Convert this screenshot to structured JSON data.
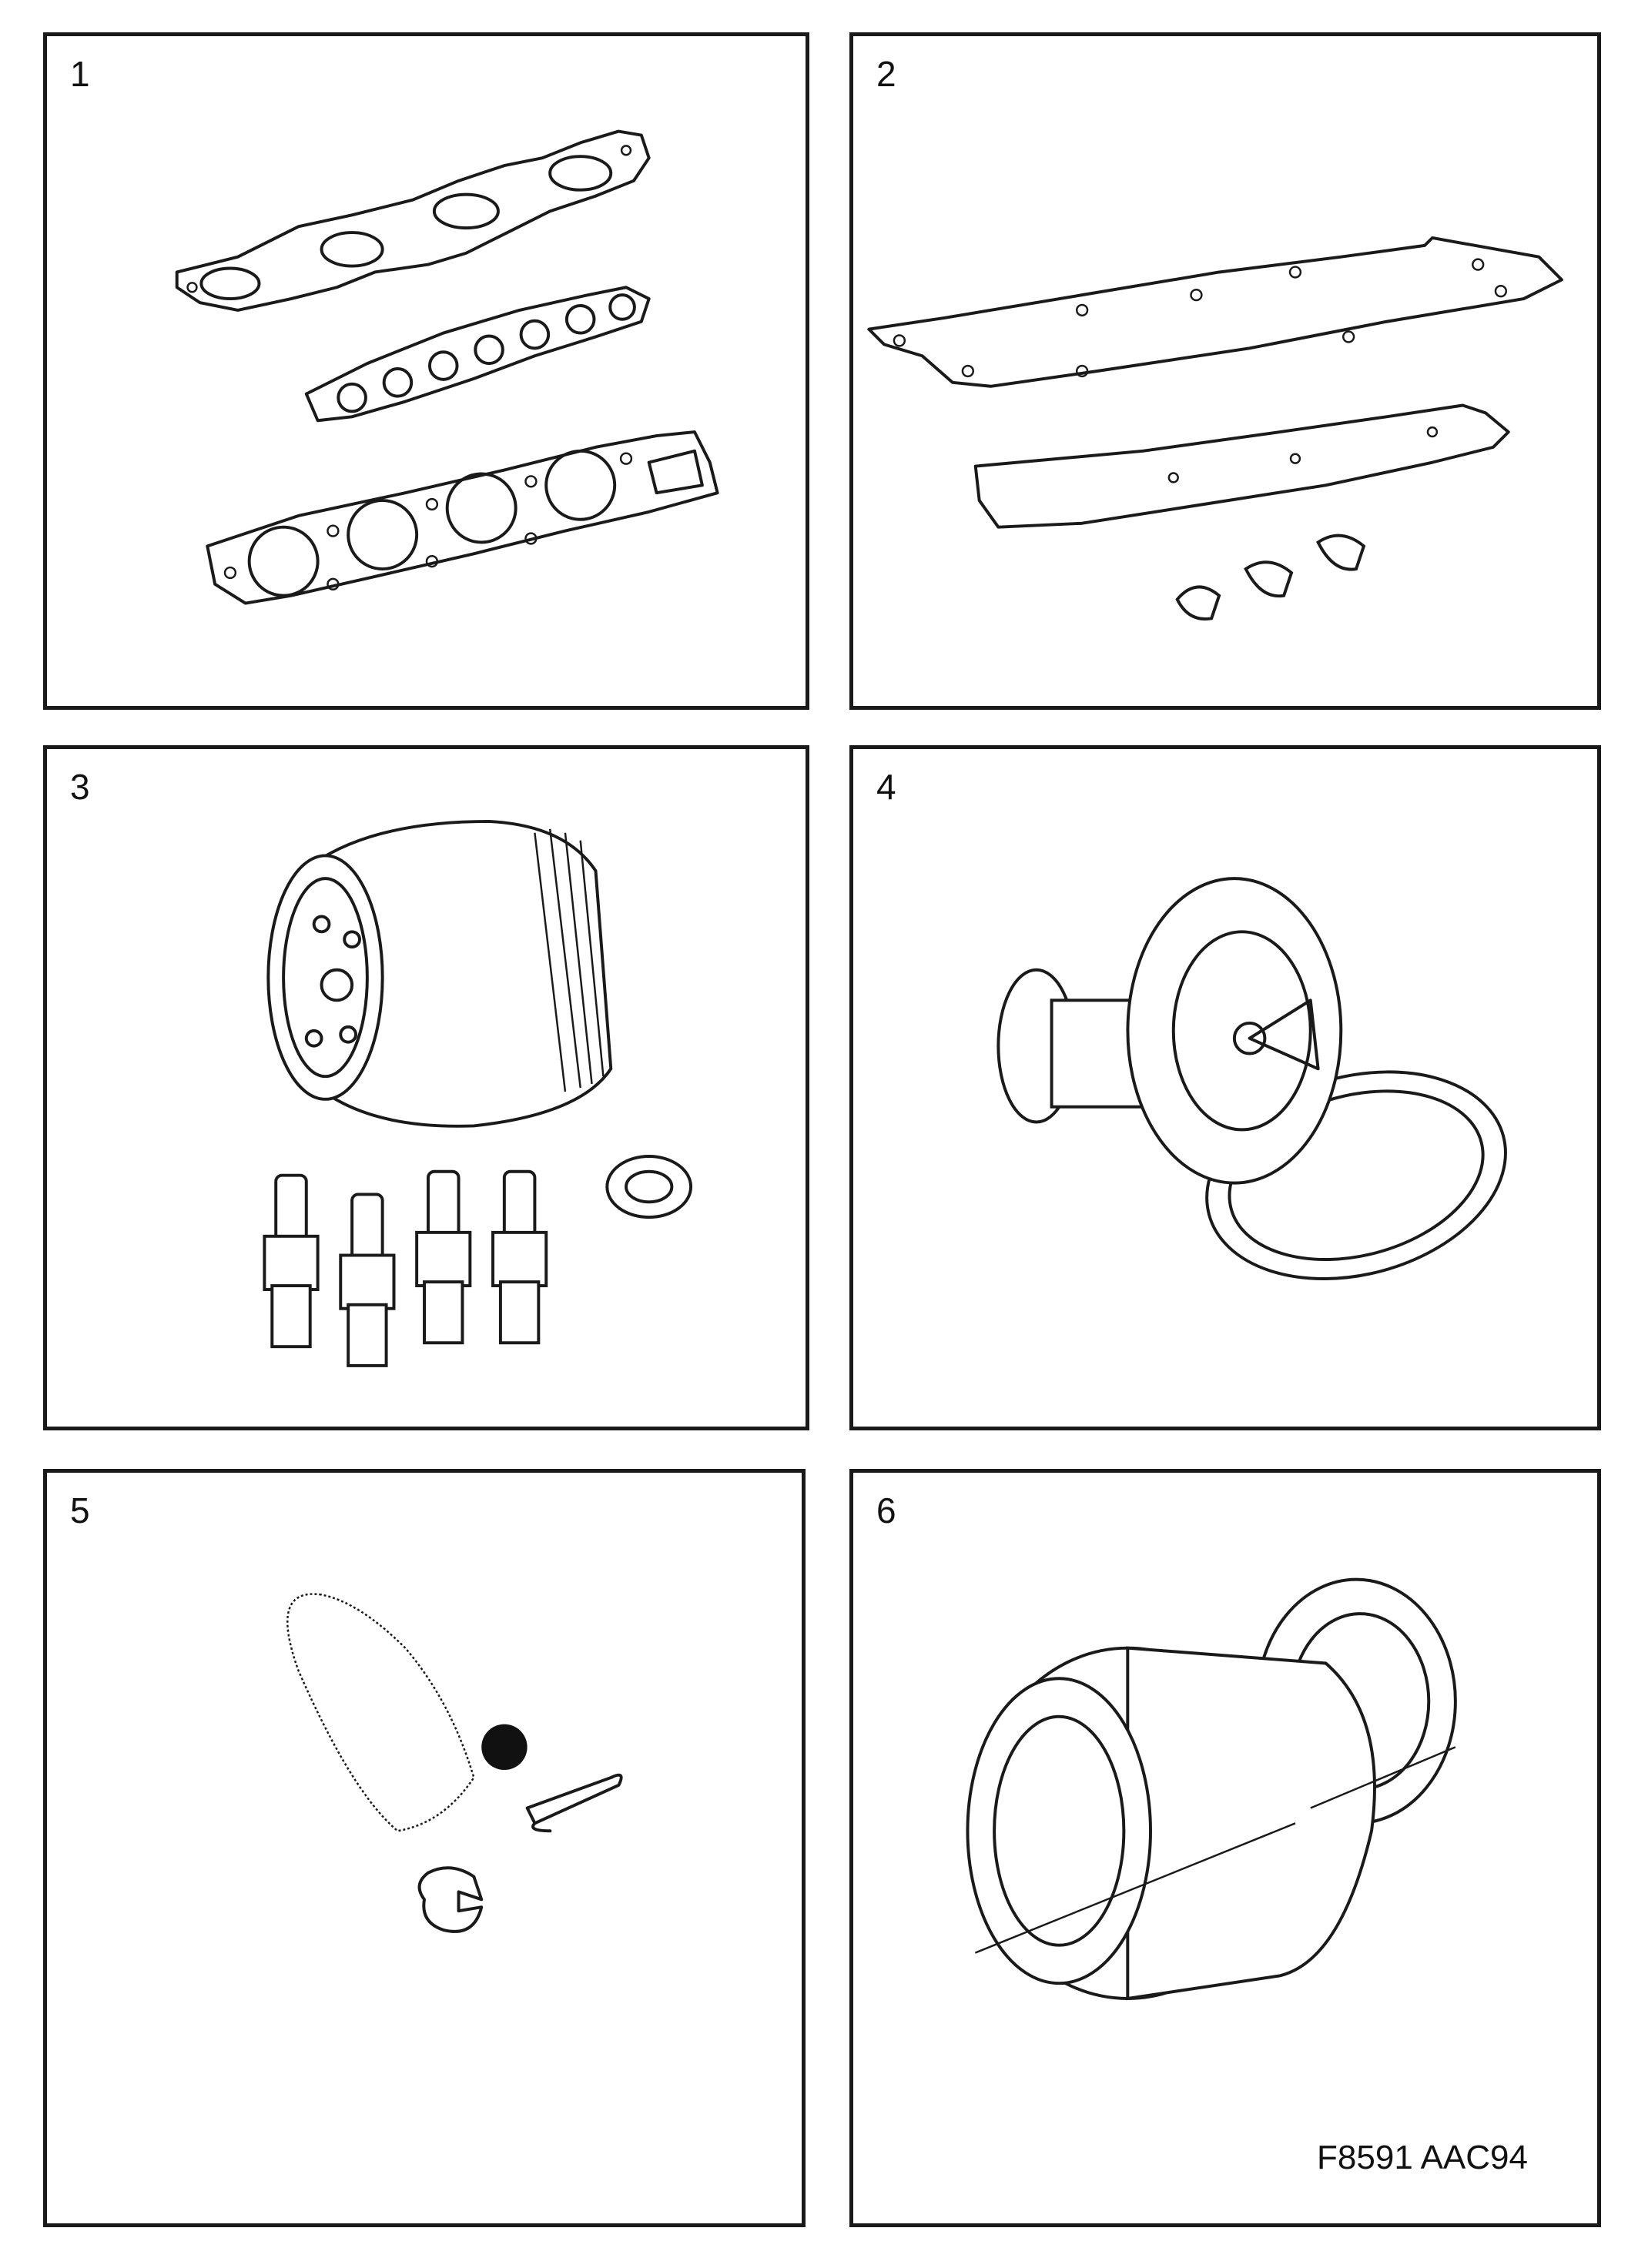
{
  "panels": [
    {
      "number": "1",
      "icon": "gasket-set-icon"
    },
    {
      "number": "2",
      "icon": "valve-cover-gasket-icon"
    },
    {
      "number": "3",
      "icon": "oil-filter-spark-plugs-icon"
    },
    {
      "number": "4",
      "icon": "thermostat-icon"
    },
    {
      "number": "5",
      "icon": "clips-pins-icon"
    },
    {
      "number": "6",
      "icon": "gear-coupling-icon"
    }
  ],
  "figure_ref": "F8591  AAC94"
}
